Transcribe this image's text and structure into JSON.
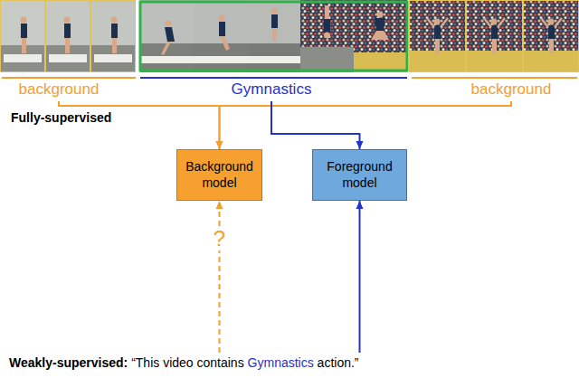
{
  "diagram": {
    "nodes": [
      {
        "text": [
          "background"
        ]
      },
      {
        "text": [
          "Gymnastics"
        ]
      },
      {
        "text": [
          "background"
        ]
      },
      {
        "text": [
          "Background model"
        ]
      },
      {
        "text": [
          "Foreground model"
        ]
      },
      {
        "text": [
          "Weakly-supervised:",
          "“This video contains",
          "Gymnastics",
          "action.”"
        ]
      }
    ],
    "edges": [
      {
        "from": 0,
        "to": 3,
        "arrow": "to"
      },
      {
        "from": 2,
        "to": 3,
        "arrow": "to"
      },
      {
        "from": 1,
        "to": 4,
        "arrow": "to"
      },
      {
        "from": 5,
        "to": 3,
        "arrow": "to",
        "label": "?"
      },
      {
        "from": 5,
        "to": 4,
        "arrow": "to"
      }
    ],
    "labels": [
      "Fully-supervised"
    ]
  }
}
